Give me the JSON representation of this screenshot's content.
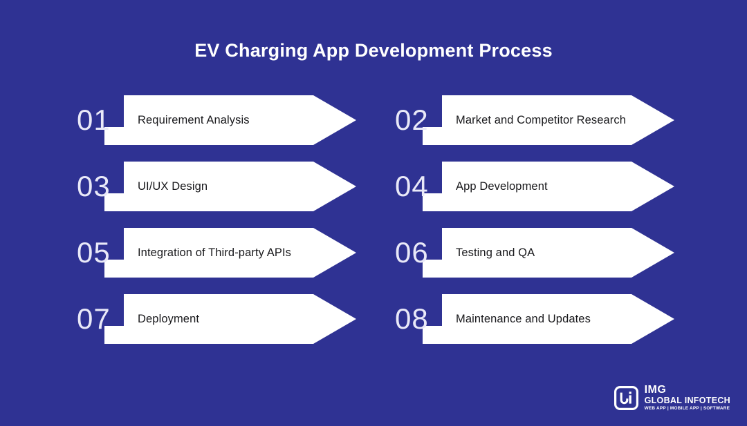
{
  "theme": {
    "background": "#2f3293",
    "panel": "#ffffff",
    "title_color": "#ffffff",
    "number_color": "#e9e9f8",
    "label_color": "#18181b"
  },
  "header": {
    "title": "EV Charging App Development Process"
  },
  "steps": [
    {
      "number": "01",
      "label": "Requirement Analysis"
    },
    {
      "number": "02",
      "label": "Market and Competitor Research"
    },
    {
      "number": "03",
      "label": "UI/UX Design"
    },
    {
      "number": "04",
      "label": "App Development"
    },
    {
      "number": "05",
      "label": "Integration of Third-party APIs"
    },
    {
      "number": "06",
      "label": "Testing and QA"
    },
    {
      "number": "07",
      "label": "Deployment"
    },
    {
      "number": "08",
      "label": "Maintenance and Updates"
    }
  ],
  "logo": {
    "mark": "img-global-infotech-logo-icon",
    "name": "IMG",
    "subtitle": "GLOBAL INFOTECH",
    "tagline": "WEB APP | MOBILE APP | SOFTWARE"
  }
}
